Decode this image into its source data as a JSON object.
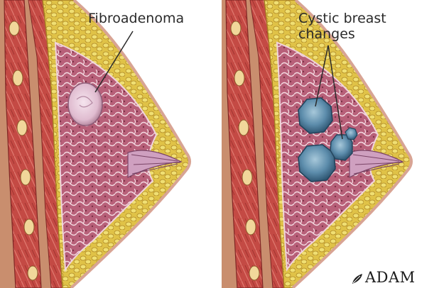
{
  "labels": {
    "left_lesion": "Fibroadenoma",
    "right_lesion_line1": "Cystic breast",
    "right_lesion_line2": "changes"
  },
  "logo": {
    "text": "ADAM",
    "icon": "adam-leaf-icon"
  },
  "colors": {
    "muscle": "#c8544e",
    "fat": "#e7d25a",
    "gland": "#b5607a",
    "fibroadenoma": "#e8c8d8",
    "cyst": "#5f8fae",
    "skin": "#dca89a"
  }
}
